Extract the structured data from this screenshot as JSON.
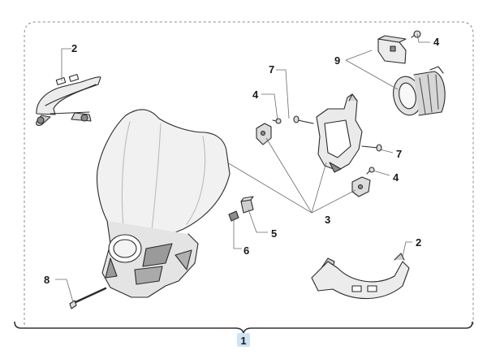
{
  "callouts": {
    "c_top_bracket": "2",
    "c_top_screw": "4",
    "c_light_assembly": "9",
    "c_bolt_upper": "7",
    "c_screw_left": "4",
    "c_bolt_lower": "7",
    "c_screw_right": "4",
    "c_rubber": "5",
    "c_bracket_lower": "2",
    "c_clips": "3",
    "c_spacer": "6",
    "c_long_bolt": "8",
    "c_assembly": "1"
  },
  "colors": {
    "frame": "#8a8a8a",
    "part_fill": "#f1f1f1",
    "part_dark": "#8c8c8c",
    "assembly_highlight": "#cfe3f5"
  }
}
